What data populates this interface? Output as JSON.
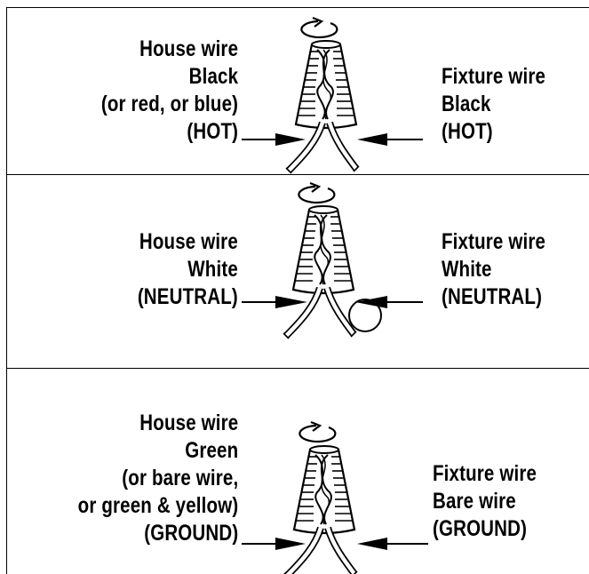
{
  "panels": [
    {
      "house": [
        "House wire",
        "Black",
        "(or red, or blue)",
        "(HOT)"
      ],
      "fixture": [
        "Fixture wire",
        "Black",
        "(HOT)"
      ]
    },
    {
      "house": [
        "House wire",
        "White",
        "(NEUTRAL)"
      ],
      "fixture": [
        "Fixture wire",
        "White",
        "(NEUTRAL)"
      ]
    },
    {
      "house": [
        "House wire",
        "Green",
        "(or bare wire,",
        "or green & yellow)",
        "(GROUND)"
      ],
      "fixture": [
        "Fixture wire",
        "Bare wire",
        "(GROUND)"
      ]
    }
  ],
  "icons": [
    "rotate-arrow-icon",
    "wire-nut-icon",
    "arrow-right-icon",
    "arrow-left-icon",
    "highlight-circle-icon"
  ]
}
